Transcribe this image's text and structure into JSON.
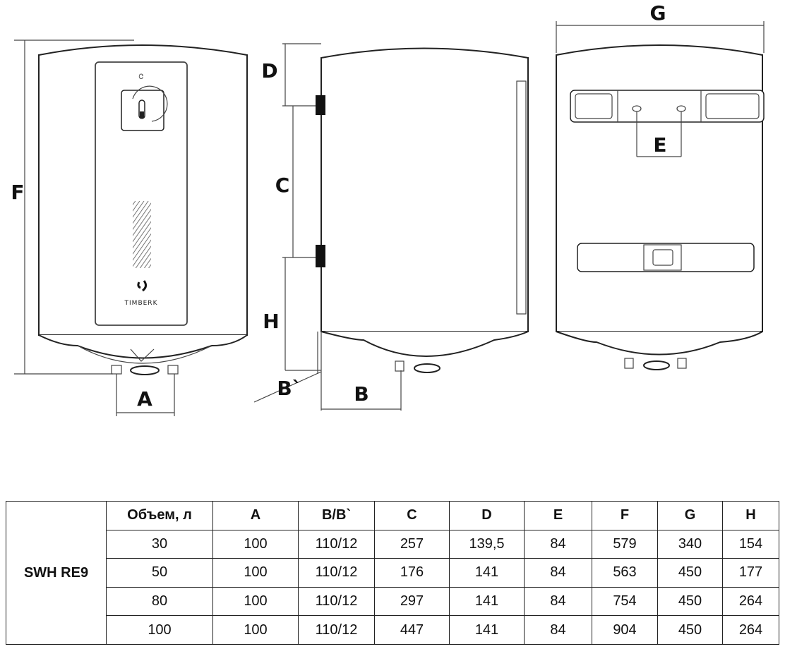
{
  "drawing": {
    "labels": {
      "A": "A",
      "B": "B",
      "B_prime": "B`",
      "C": "C",
      "D": "D",
      "E": "E",
      "F": "F",
      "G": "G",
      "H": "H"
    },
    "logo_text": "TIMBERK"
  },
  "table": {
    "model": "SWH RE9",
    "headers": [
      "Объем, л",
      "A",
      "B/B`",
      "C",
      "D",
      "E",
      "F",
      "G",
      "H"
    ],
    "rows": [
      [
        "30",
        "100",
        "110/12",
        "257",
        "139,5",
        "84",
        "579",
        "340",
        "154"
      ],
      [
        "50",
        "100",
        "110/12",
        "176",
        "141",
        "84",
        "563",
        "450",
        "177"
      ],
      [
        "80",
        "100",
        "110/12",
        "297",
        "141",
        "84",
        "754",
        "450",
        "264"
      ],
      [
        "100",
        "100",
        "110/12",
        "447",
        "141",
        "84",
        "904",
        "450",
        "264"
      ]
    ]
  }
}
